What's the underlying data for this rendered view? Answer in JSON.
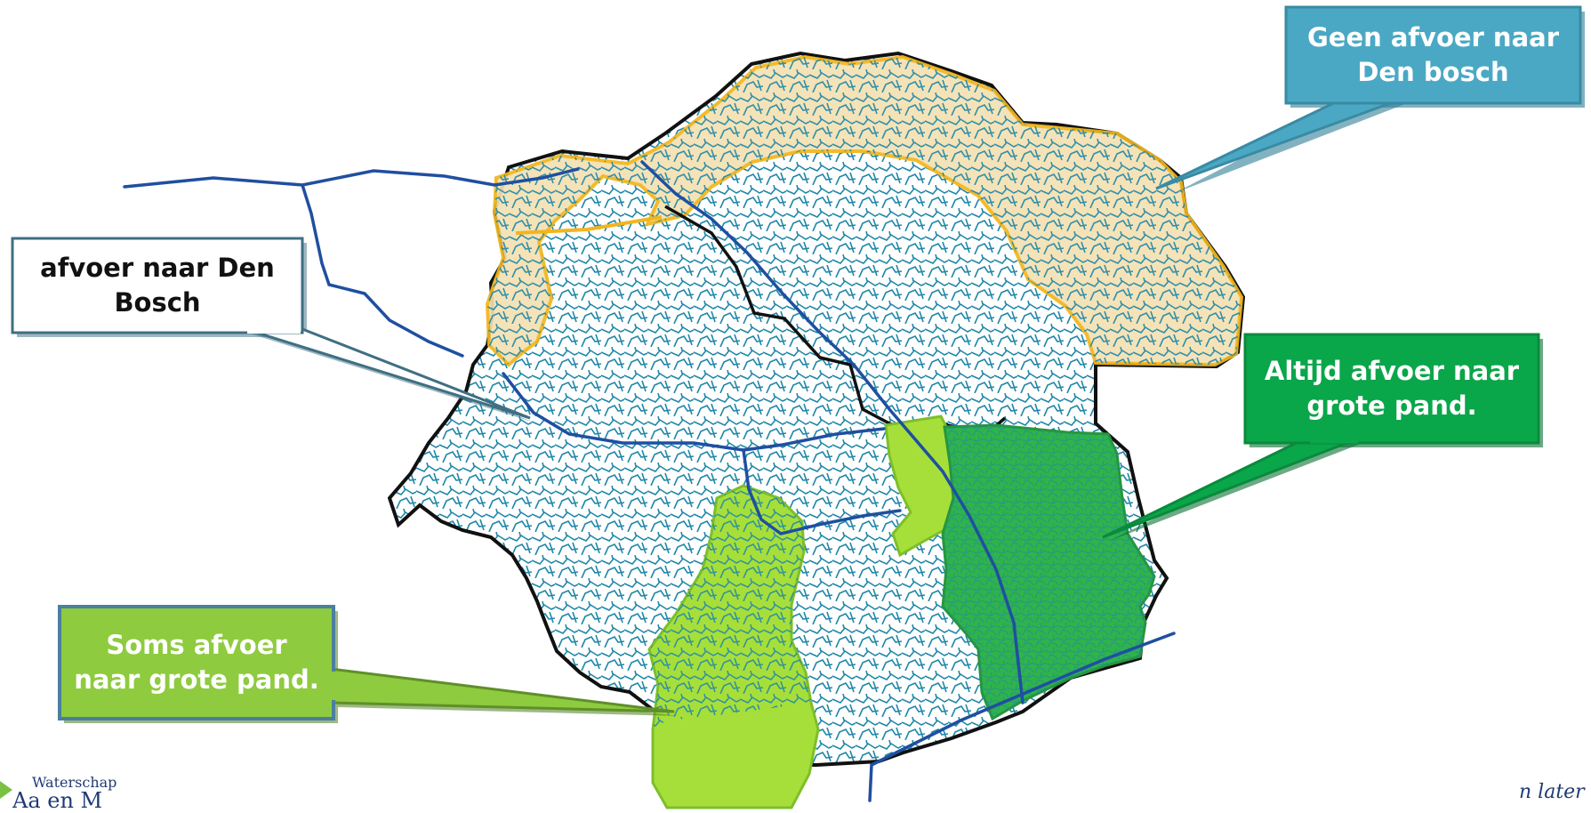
{
  "callouts": {
    "geen_afvoer": "Geen afvoer naar Den bosch",
    "afvoer_den_bosch": "afvoer naar Den Bosch",
    "altijd_afvoer": "Altijd afvoer naar grote pand.",
    "soms_afvoer": "Soms afvoer naar grote pand."
  },
  "logo": {
    "line1": "Waterschap",
    "line2": "Aa en Maa"
  },
  "footer_right": "n later",
  "colors": {
    "teal_callout": "#4aa8c4",
    "dark_green_callout": "#0aa64a",
    "light_green_callout": "#8ecb3e",
    "beige_zone": "#f4e1b2",
    "zone_border_yellow": "#f2b51c",
    "light_green_zone": "#a7df3a",
    "dark_green_zone": "#2fb34a",
    "waterways": "#1f87a8",
    "main_rivers": "#1f4fa0",
    "outline": "#111111"
  }
}
